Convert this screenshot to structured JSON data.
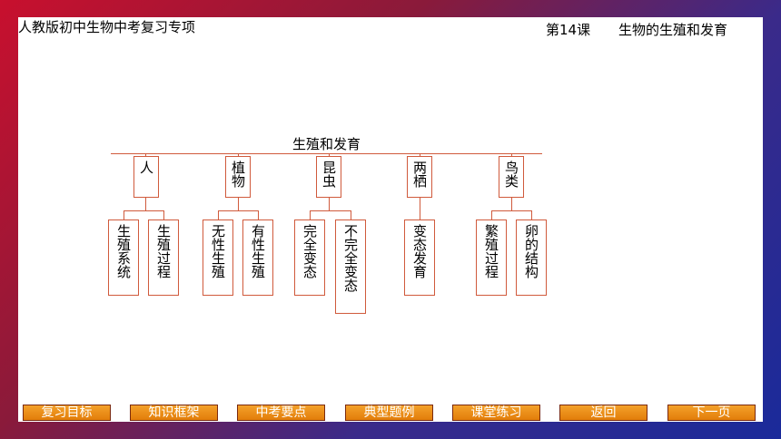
{
  "header": {
    "series_title": "人教版初中生物中考复习专项",
    "lesson_number": "第14课",
    "lesson_title": "生物的生殖和发育"
  },
  "diagram": {
    "root": "生殖和发育",
    "categories": [
      {
        "label": "人",
        "children": [
          "生殖系统",
          "生殖过程"
        ]
      },
      {
        "label": "植物",
        "children": [
          "无性生殖",
          "有性生殖"
        ]
      },
      {
        "label": "昆虫",
        "children": [
          "完全变态",
          "不完全变态"
        ]
      },
      {
        "label": "两栖",
        "children": [
          "变态发育"
        ]
      },
      {
        "label": "鸟类",
        "children": [
          "繁殖过程",
          "卵的结构"
        ]
      }
    ]
  },
  "nav": {
    "buttons": [
      "复习目标",
      "知识框架",
      "中考要点",
      "典型题例",
      "课堂练习",
      "返回",
      "下一页"
    ]
  },
  "colors": {
    "line": "#d05a3c",
    "button": "#f09a1e",
    "frame_left": "#c8102e",
    "frame_right": "#1a2a9a"
  }
}
